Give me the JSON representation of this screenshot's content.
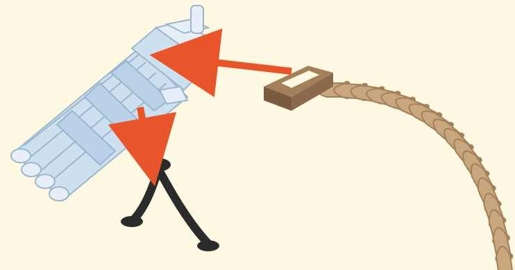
{
  "colors": {
    "background": "#fdf8e1",
    "gun_body": "#cde0f0",
    "gun_shadow": "#a9c3d9",
    "arrow": "#e8552a",
    "magazine": "#8a6a4a",
    "ammo": "#c8a67e",
    "ammo_shadow": "#a3805a",
    "tripod": "#2b2b2b"
  },
  "parts": [
    {
      "name": "rotary-barrel-gun",
      "icon": "gatling-gun-icon"
    },
    {
      "name": "ammo-feed-box",
      "icon": "box-icon"
    },
    {
      "name": "ammunition-belt",
      "icon": "bullet-belt-icon"
    },
    {
      "name": "tripod-mount",
      "icon": "tripod-icon"
    }
  ]
}
